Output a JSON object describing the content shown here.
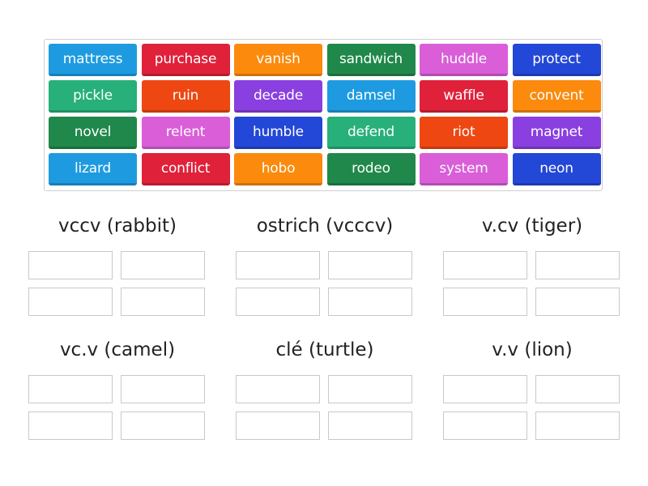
{
  "tiles": [
    {
      "label": "mattress",
      "color": "#1e9be0"
    },
    {
      "label": "purchase",
      "color": "#e0213a"
    },
    {
      "label": "vanish",
      "color": "#fb8a0d"
    },
    {
      "label": "sandwich",
      "color": "#20884a"
    },
    {
      "label": "huddle",
      "color": "#d95ed8"
    },
    {
      "label": "protect",
      "color": "#2347d6"
    },
    {
      "label": "pickle",
      "color": "#27b07a"
    },
    {
      "label": "ruin",
      "color": "#ee4712"
    },
    {
      "label": "decade",
      "color": "#8a3fe0"
    },
    {
      "label": "damsel",
      "color": "#1e9be0"
    },
    {
      "label": "waffle",
      "color": "#e0213a"
    },
    {
      "label": "convent",
      "color": "#fb8a0d"
    },
    {
      "label": "novel",
      "color": "#20884a"
    },
    {
      "label": "relent",
      "color": "#d95ed8"
    },
    {
      "label": "humble",
      "color": "#2347d6"
    },
    {
      "label": "defend",
      "color": "#27b07a"
    },
    {
      "label": "riot",
      "color": "#ee4712"
    },
    {
      "label": "magnet",
      "color": "#8a3fe0"
    },
    {
      "label": "lizard",
      "color": "#1e9be0"
    },
    {
      "label": "conflict",
      "color": "#e0213a"
    },
    {
      "label": "hobo",
      "color": "#fb8a0d"
    },
    {
      "label": "rodeo",
      "color": "#20884a"
    },
    {
      "label": "system",
      "color": "#d95ed8"
    },
    {
      "label": "neon",
      "color": "#2347d6"
    }
  ],
  "groups": [
    {
      "title": "vccv (rabbit)"
    },
    {
      "title": "ostrich (vcccv)"
    },
    {
      "title": "v.cv (tiger)"
    },
    {
      "title": "vc.v (camel)"
    },
    {
      "title": "clé (turtle)"
    },
    {
      "title": "v.v (lion)"
    }
  ]
}
